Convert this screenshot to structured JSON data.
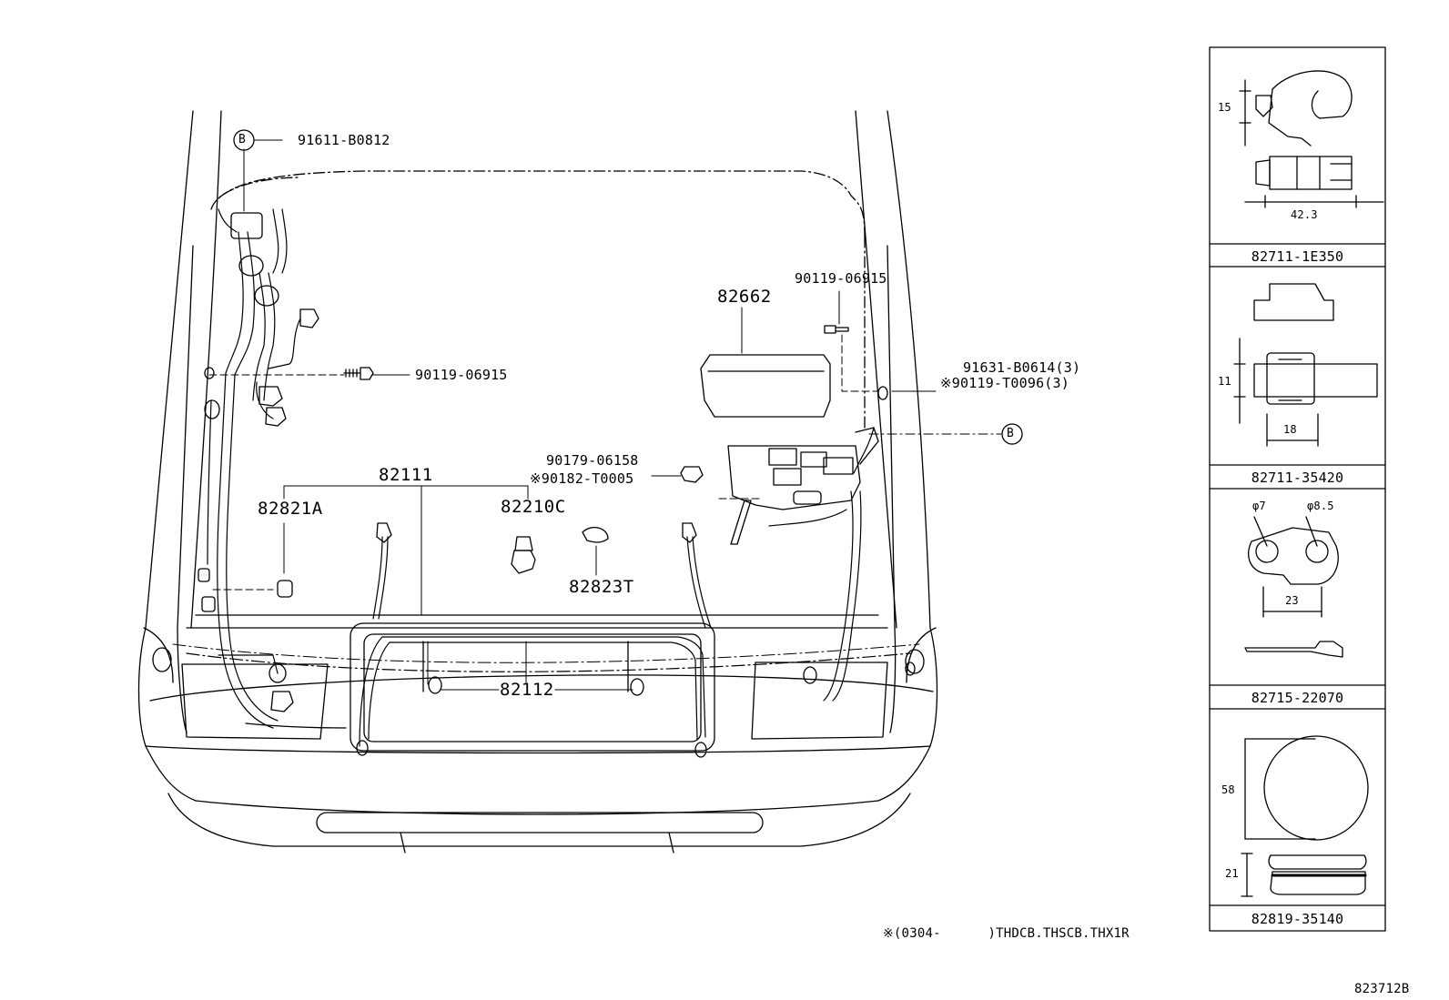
{
  "callouts": {
    "p91611": "91611-B0812",
    "b_left": "B",
    "p90119_left": "90119-06915",
    "p82662": "82662",
    "p90119_right": "90119-06915",
    "p91631": "91631-B0614(3)",
    "p90119_t": "※90119-T0096(3)",
    "b_right": "B",
    "p90179": "90179-06158",
    "p90182": "※90182-T0005",
    "p82111": "82111",
    "p82821a": "82821A",
    "p82210c": "82210C",
    "p82823t": "82823T",
    "p82112": "82112"
  },
  "panels": [
    {
      "part": "82711-1E350",
      "dims": [
        "15",
        "42.3"
      ]
    },
    {
      "part": "82711-35420",
      "dims": [
        "11",
        "18"
      ]
    },
    {
      "part": "82715-22070",
      "dims": [
        "φ7",
        "φ8.5",
        "23"
      ]
    },
    {
      "part": "82819-35140",
      "dims": [
        "58",
        "21"
      ]
    }
  ],
  "footnote": "※(0304-      )THDCB.THSCB.THX1R",
  "figure_id": "823712B",
  "colors": {
    "ink": "#000000",
    "paper": "#ffffff"
  }
}
